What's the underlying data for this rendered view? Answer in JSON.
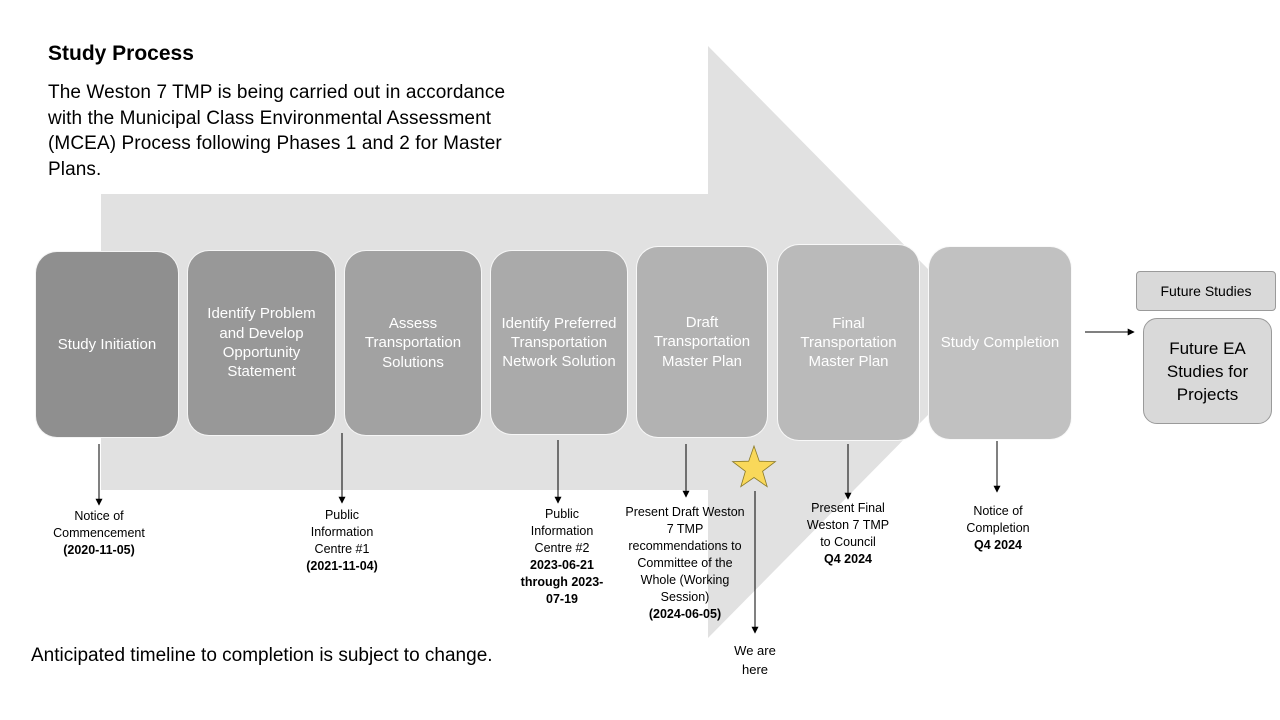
{
  "title": "Study Process",
  "intro": "The Weston 7 TMP is being carried out in accordance with the Municipal Class Environmental Assessment (MCEA) Process following Phases 1 and 2 for Master Plans.",
  "colors": {
    "arrow_background": "#e1e1e1",
    "steps": [
      "#8f8f8f",
      "#989898",
      "#a2a2a2",
      "#aaaaaa",
      "#b2b2b2",
      "#bababa",
      "#c1c1c1"
    ],
    "star": "#f9d85a",
    "future_box": "#d9d9d9"
  },
  "steps": [
    {
      "label": "Study Initiation"
    },
    {
      "label": "Identify Problem and Develop Opportunity Statement"
    },
    {
      "label": "Assess Transportation Solutions"
    },
    {
      "label": "Identify Preferred Transportation Network Solution"
    },
    {
      "label": "Draft Transportation Master Plan"
    },
    {
      "label": "Final Transportation Master Plan"
    },
    {
      "label": "Study Completion"
    }
  ],
  "future": {
    "label": "Future Studies",
    "box": "Future EA Studies for Projects"
  },
  "milestones": [
    {
      "text": "Notice of Commencement",
      "date": "(2020-11-05)"
    },
    {
      "text": "Public Information Centre #1",
      "date": "(2021-11-04)"
    },
    {
      "text": "Public Information Centre #2",
      "date": "2023-06-21 through 2023-07-19"
    },
    {
      "text": "Present Draft Weston 7 TMP recommendations to Committee of the Whole (Working Session)",
      "date": "(2024-06-05)"
    },
    {
      "text": "Present Final Weston 7 TMP to Council",
      "date": "Q4 2024"
    },
    {
      "text": "Notice of Completion",
      "date": "Q4 2024"
    }
  ],
  "current_marker": {
    "icon": "star-icon",
    "text": "We are here"
  },
  "footer": "Anticipated timeline to completion is subject to change."
}
